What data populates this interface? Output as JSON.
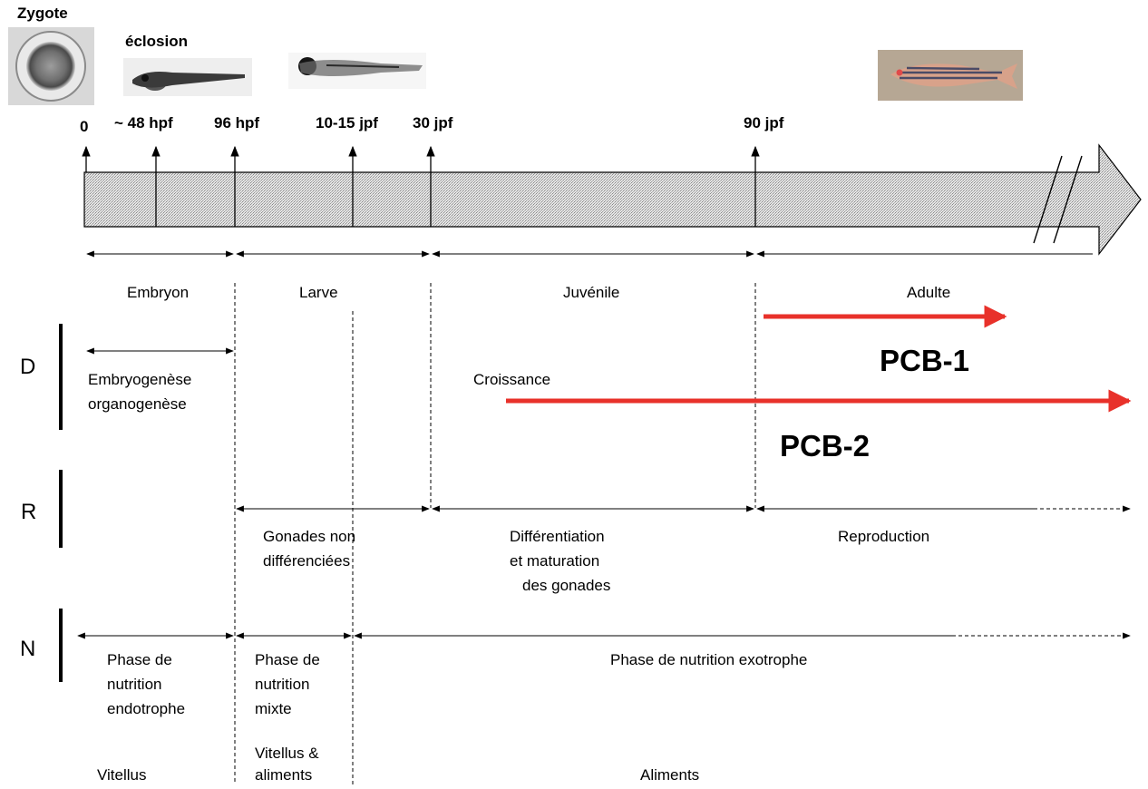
{
  "stages_images": {
    "zygote_label": "Zygote",
    "eclosion_label": "éclosion"
  },
  "timeline": {
    "ticks": [
      "0",
      "~ 48 hpf",
      "96 hpf",
      "10-15 jpf",
      "30 jpf",
      "90 jpf"
    ]
  },
  "periods": [
    "Embryon",
    "Larve",
    "Juvénile",
    "Adulte"
  ],
  "rows": {
    "D": "D",
    "R": "R",
    "N": "N"
  },
  "development": {
    "embryo_line1": "Embryogenèse",
    "embryo_line2": "organogenèse",
    "growth": "Croissance"
  },
  "exposures": {
    "pcb1": "PCB-1",
    "pcb2": "PCB-2",
    "arrow_color": "#e8312a"
  },
  "reproduction": {
    "undiff_line1": "Gonades non",
    "undiff_line2": "différenciées",
    "diff_line1": "Différentiation",
    "diff_line2": "et maturation",
    "diff_line3": "des gonades",
    "repro": "Reproduction"
  },
  "nutrition": {
    "endo_line1": "Phase de",
    "endo_line2": "nutrition",
    "endo_line3": "endotrophe",
    "mixte_line1": "Phase de",
    "mixte_line2": "nutrition",
    "mixte_line3": "mixte",
    "exo": "Phase de nutrition exotrophe"
  },
  "food": {
    "vitellus": "Vitellus",
    "vitellus_aliments_line1": "Vitellus &",
    "vitellus_aliments_line2": "aliments",
    "aliments": "Aliments"
  }
}
